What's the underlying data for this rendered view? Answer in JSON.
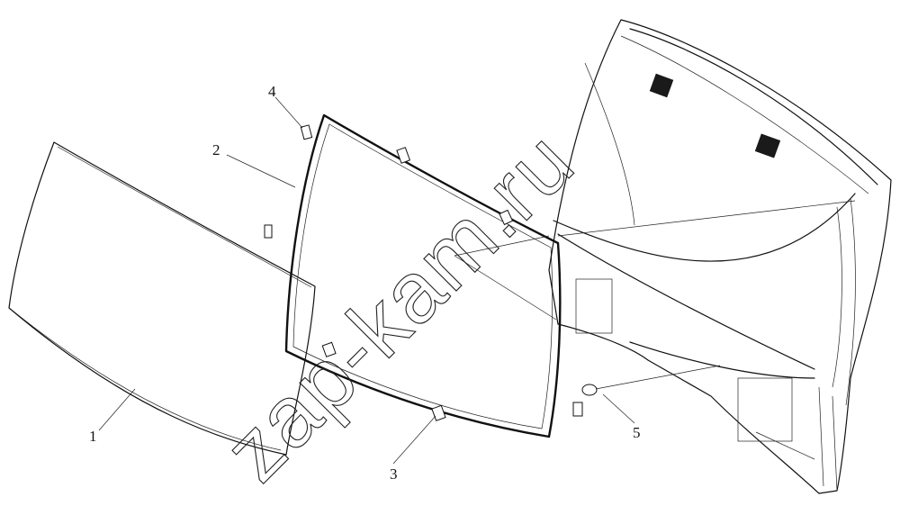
{
  "watermark": "zap-kam.ru",
  "callouts": [
    {
      "id": "1",
      "label": "1"
    },
    {
      "id": "2",
      "label": "2"
    },
    {
      "id": "3",
      "label": "3"
    },
    {
      "id": "4",
      "label": "4"
    },
    {
      "id": "5",
      "label": "5"
    }
  ]
}
